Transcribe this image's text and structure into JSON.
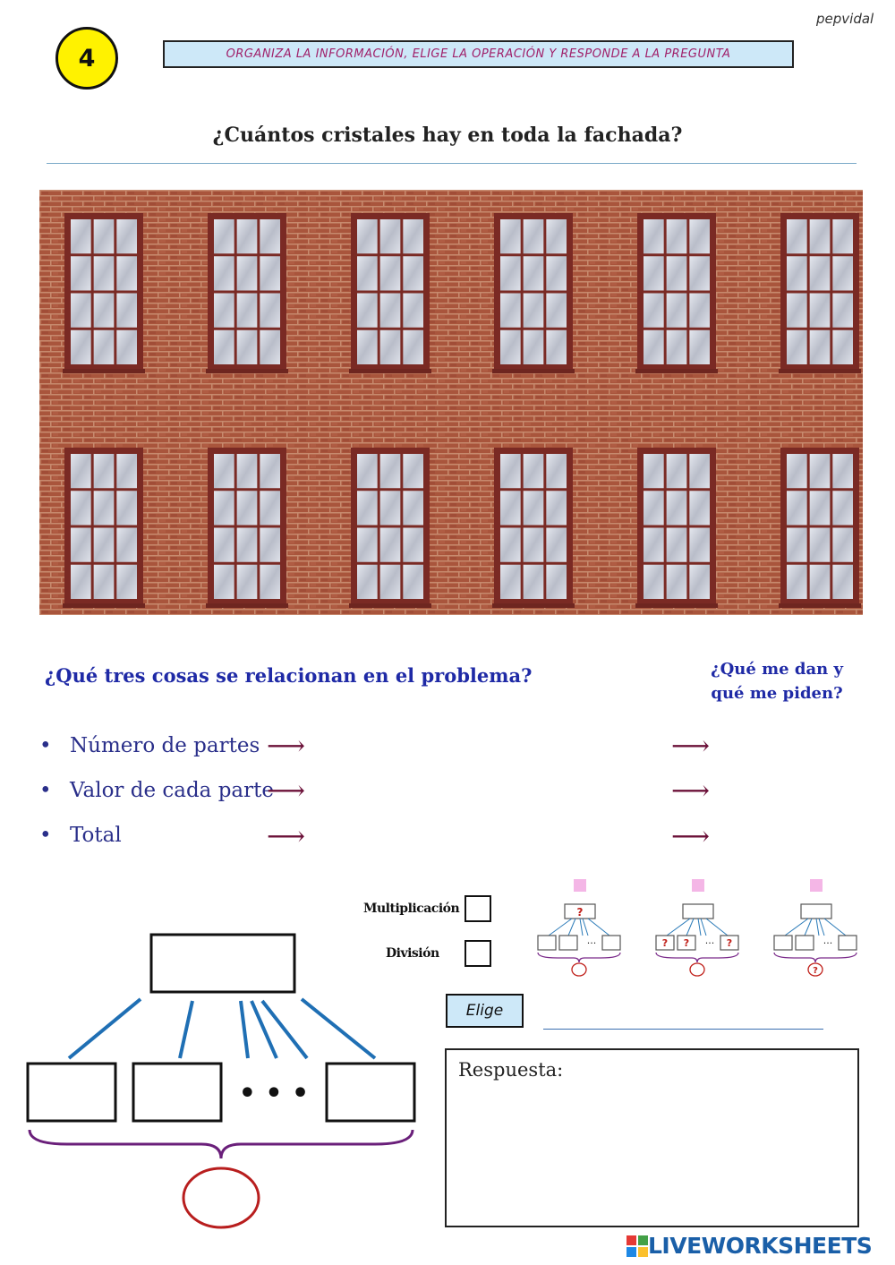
{
  "header": {
    "author": "pepvidal",
    "exercise_number": "4",
    "instruction": "ORGANIZA LA INFORMACIÓN, ELIGE LA OPERACIÓN Y RESPONDE A LA PREGUNTA"
  },
  "question": "¿Cuántos cristales hay en toda la fachada?",
  "photo": {
    "windows_per_row": 6,
    "rows": 2,
    "panes_per_window": {
      "columns": 3,
      "rows": 4
    },
    "colors": {
      "brick": "#a9553c",
      "mortar": "#c78a6e",
      "frame": "#7a2a24",
      "glass": "#c8ccd6"
    }
  },
  "relations": {
    "heading": "¿Qué tres cosas se relacionan en el problema?",
    "side_heading_line1": "¿Qué me dan y",
    "side_heading_line2": "qué me piden?",
    "items": [
      {
        "label": "Número de partes"
      },
      {
        "label": "Valor de cada parte"
      },
      {
        "label": "Total"
      }
    ],
    "arrow_symbol": "⟶"
  },
  "operations": {
    "options": [
      {
        "label": "Multiplicación",
        "checked": false
      },
      {
        "label": "División",
        "checked": false
      }
    ],
    "mini_diagram_marks": [
      "?",
      "?",
      "?"
    ],
    "ellipsis": "···"
  },
  "choose": {
    "label": "Elige",
    "value": ""
  },
  "answer": {
    "label": "Respuesta:",
    "value": ""
  },
  "diagram": {
    "dots": "• • •"
  },
  "brand": {
    "name": "LIVEWORKSHEETS"
  }
}
